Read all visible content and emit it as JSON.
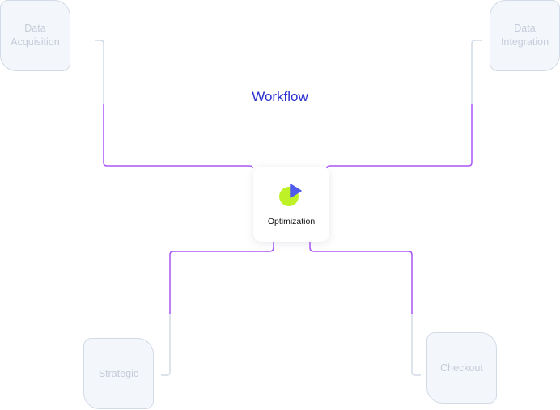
{
  "diagram": {
    "title": "Workflow",
    "center": {
      "label": "Optimization",
      "icon": "pie-chart-icon"
    },
    "nodes": [
      {
        "id": "acq",
        "label_line1": "Data",
        "label_line2": "Acquisition"
      },
      {
        "id": "int",
        "label_line1": "Data",
        "label_line2": "Integration"
      },
      {
        "id": "strat",
        "label_line1": "Strategic"
      },
      {
        "id": "check",
        "label_line1": "Checkout"
      }
    ],
    "colors": {
      "title": "#2b2fcc",
      "active_wire": "#a855f7",
      "inactive_wire": "#d3dbe6",
      "pie_main": "#bef227",
      "pie_slice": "#4f5bef"
    }
  }
}
